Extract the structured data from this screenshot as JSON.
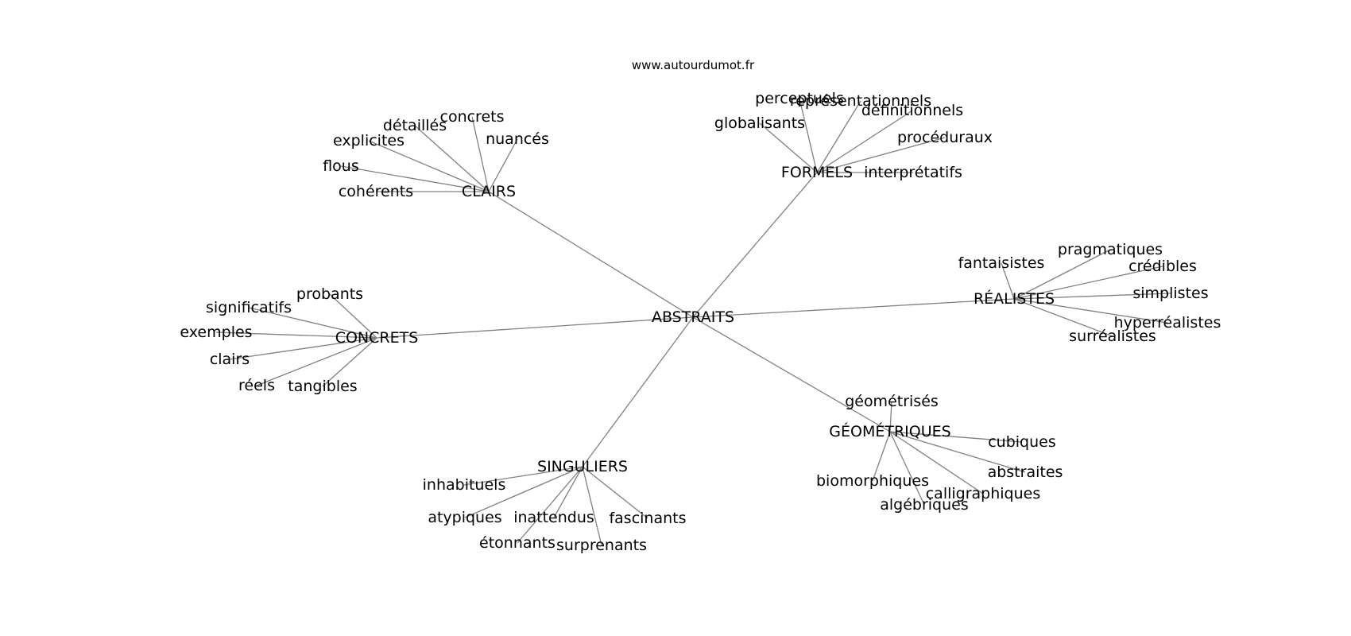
{
  "source": "www.autourdumot.fr",
  "colors": {
    "edge": "#808080",
    "text": "#000000",
    "background": "#ffffff"
  },
  "root": "ABSTRAITS",
  "clusters": [
    {
      "hub": "CLAIRS",
      "leaves": [
        "concrets",
        "détaillés",
        "explicites",
        "nuancés",
        "flous",
        "cohérents"
      ]
    },
    {
      "hub": "FORMELS",
      "leaves": [
        "perceptuels",
        "représentationnels",
        "définitionnels",
        "globalisants",
        "procéduraux",
        "interprétatifs"
      ]
    },
    {
      "hub": "CONCRETS",
      "leaves": [
        "probants",
        "significatifs",
        "exemples",
        "clairs",
        "réels",
        "tangibles"
      ]
    },
    {
      "hub": "RÉALISTES",
      "leaves": [
        "fantaisistes",
        "pragmatiques",
        "crédibles",
        "simplistes",
        "hyperréalistes",
        "surréalistes"
      ]
    },
    {
      "hub": "GÉOMÉTRIQUES",
      "leaves": [
        "géométrisés",
        "cubiques",
        "abstraites",
        "biomorphiques",
        "calligraphiques",
        "algébriques"
      ]
    },
    {
      "hub": "SINGULIERS",
      "leaves": [
        "inhabituels",
        "atypiques",
        "inattendus",
        "fascinants",
        "étonnants",
        "surprenants"
      ]
    }
  ]
}
